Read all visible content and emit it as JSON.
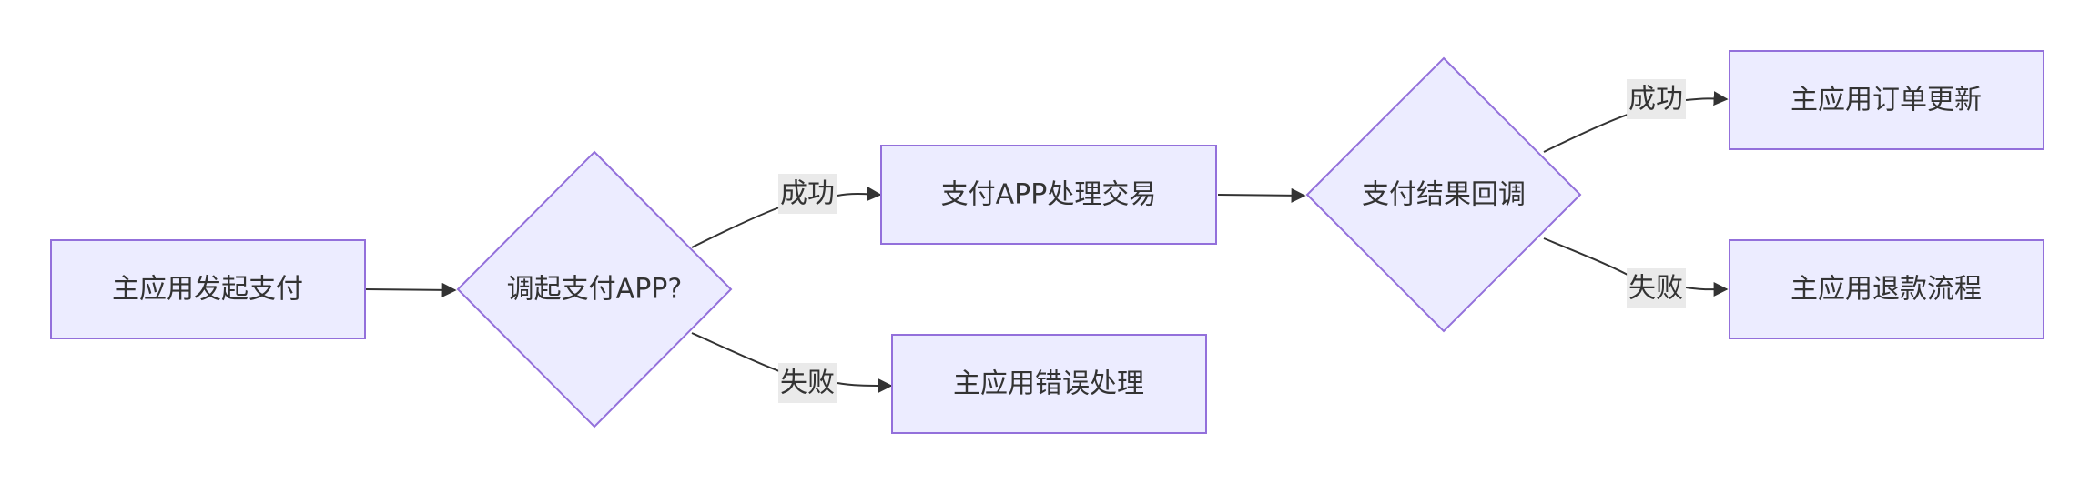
{
  "nodes": {
    "start": "主应用发起支付",
    "decision_app": "调起支付APP?",
    "process": "支付APP处理交易",
    "error": "主应用错误处理",
    "callback": "支付结果回调",
    "order_update": "主应用订单更新",
    "refund": "主应用退款流程"
  },
  "edges": {
    "app_success": "成功",
    "app_fail": "失败",
    "cb_success": "成功",
    "cb_fail": "失败"
  },
  "colors": {
    "node_fill": "#ececff",
    "node_stroke": "#9370db",
    "edge": "#333333",
    "label_bg": "#e8e8e8"
  }
}
